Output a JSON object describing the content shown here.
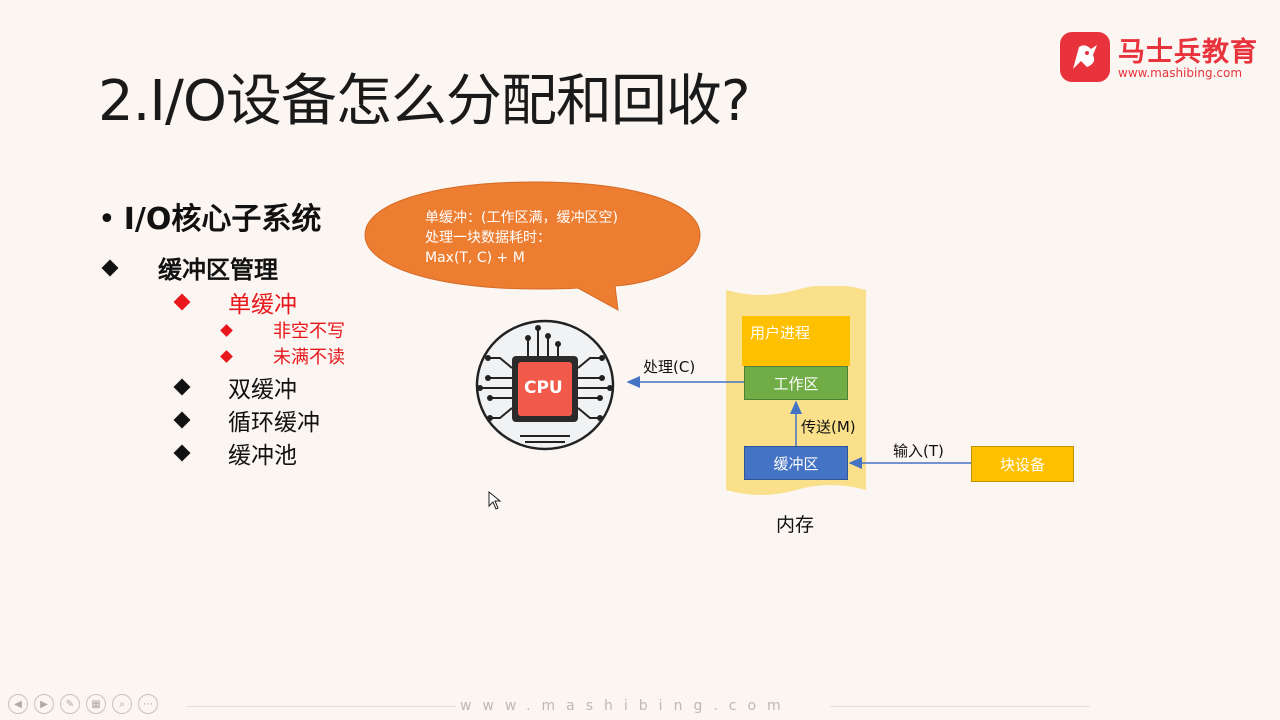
{
  "slide": {
    "title": "2.I/O设备怎么分配和回收?"
  },
  "logo": {
    "name": "马士兵教育",
    "url": "www.mashibing.com",
    "brand_color": "#e8333c"
  },
  "outline": {
    "level1": "I/O核心子系统",
    "level2": "缓冲区管理",
    "level3_items": [
      "单缓冲",
      "双缓冲",
      "循环缓冲",
      "缓冲池"
    ],
    "level4_items": [
      "非空不写",
      "未满不读"
    ]
  },
  "callout": {
    "line1": "单缓冲：(工作区满，缓冲区空)",
    "line2": "处理一块数据耗时：",
    "line3": "Max(T, C) + M",
    "color": "#ed7d31"
  },
  "diagram": {
    "cpu_label": "CPU",
    "memory": {
      "user_process": "用户进程",
      "work_area": "工作区",
      "buffer": "缓冲区",
      "caption": "内存"
    },
    "device": "块设备",
    "arrows": {
      "process": "处理(C)",
      "transfer": "传送(M)",
      "input": "输入(T)"
    },
    "colors": {
      "memory_bg": "#fae08a",
      "user_process": "#ffc000",
      "work_area": "#70ad47",
      "buffer": "#4472c4",
      "device": "#ffc000",
      "cpu_chip": "#f15a4a",
      "arrow": "#4472c4",
      "highlight": "#e8171b"
    }
  },
  "footer": {
    "url": "www.mashibing.com"
  }
}
